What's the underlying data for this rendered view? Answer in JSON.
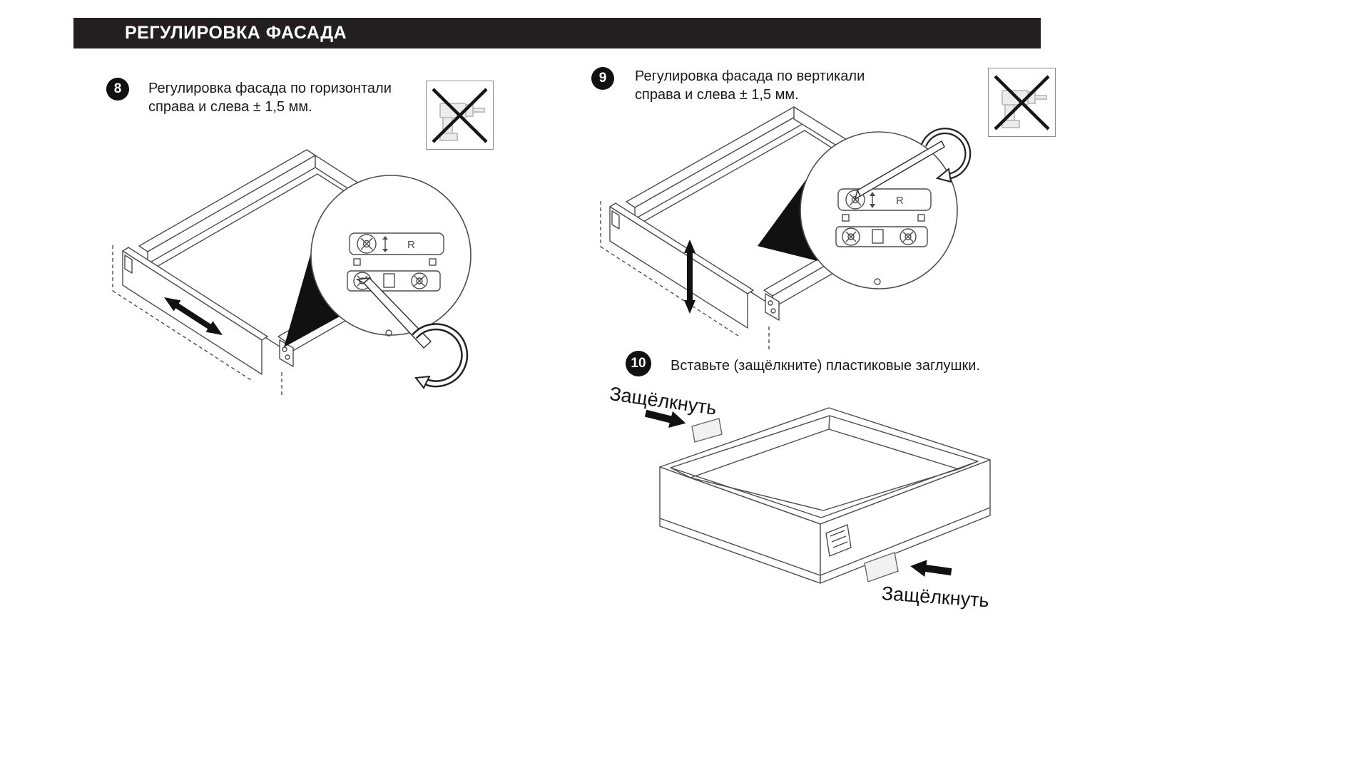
{
  "header": {
    "title": "РЕГУЛИРОВКА ФАСАДА"
  },
  "steps": [
    {
      "number": "8",
      "lines": [
        "Регулировка фасада по горизонтали",
        "справа и слева ± 1,5 мм."
      ]
    },
    {
      "number": "9",
      "lines": [
        "Регулировка фасада по вертикали",
        "справа и слева ± 1,5 мм."
      ]
    },
    {
      "number": "10",
      "lines": [
        "Вставьте (защёлкните) пластиковые заглушки."
      ]
    }
  ],
  "labels": {
    "snap_top": "Защёлкнуть",
    "snap_bottom": "Защёлкнуть",
    "adjuster_marker": "R"
  },
  "icons": {
    "no_power_tool": "crossed-out-drill",
    "rotate": "circular-arrow",
    "adjust_horizontal": "thick-double-arrow-diagonal",
    "adjust_vertical": "thick-double-arrow-vertical",
    "snap": "solid-block-arrow"
  },
  "colors": {
    "header_bg": "#231f20",
    "header_text": "#ffffff",
    "drawing_line": "#4d4d4d",
    "solid_black": "#111111"
  }
}
